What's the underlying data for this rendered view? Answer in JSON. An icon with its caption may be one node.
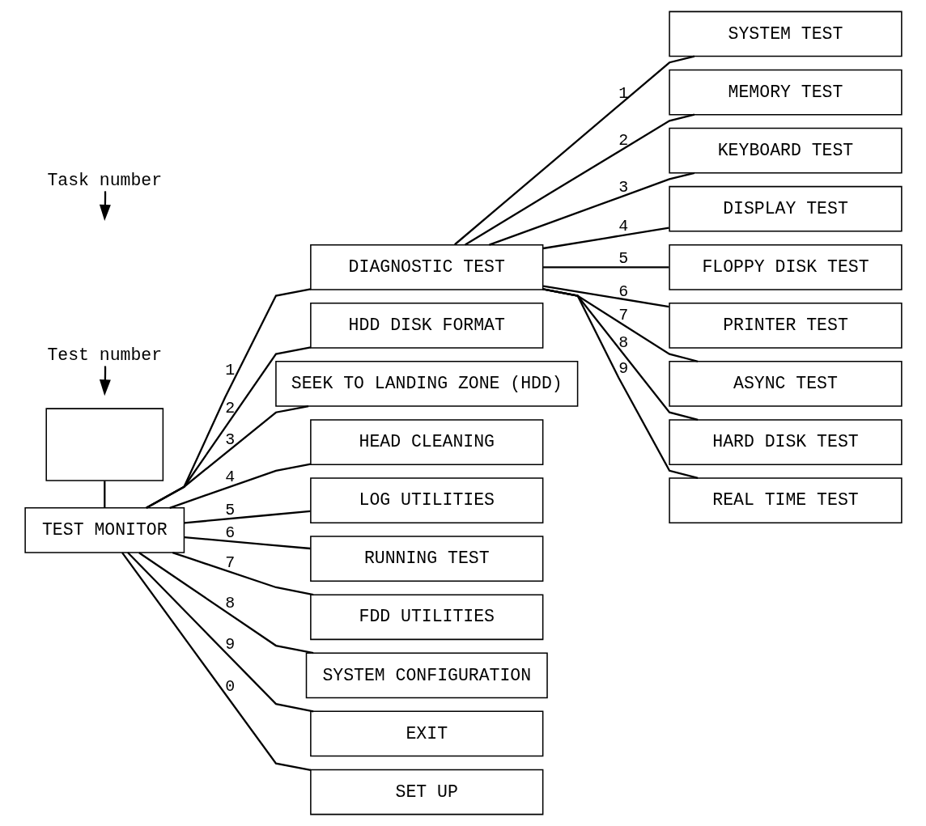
{
  "diagram": {
    "nodes": [
      {
        "text": [],
        "shape": "box"
      },
      {
        "text": [
          "TEST MONITOR"
        ]
      },
      {
        "text": [
          "DIAGNOSTIC TEST"
        ]
      },
      {
        "text": [
          "HDD DISK FORMAT"
        ]
      },
      {
        "text": [
          "SEEK TO LANDING ZONE (HDD)"
        ]
      },
      {
        "text": [
          "HEAD CLEANING"
        ]
      },
      {
        "text": [
          "LOG UTILITIES"
        ]
      },
      {
        "text": [
          "RUNNING TEST"
        ]
      },
      {
        "text": [
          "FDD UTILITIES"
        ]
      },
      {
        "text": [
          "SYSTEM CONFIGURATION"
        ]
      },
      {
        "text": [
          "EXIT"
        ]
      },
      {
        "text": [
          "SET UP"
        ]
      },
      {
        "text": [
          "SYSTEM TEST"
        ]
      },
      {
        "text": [
          "MEMORY TEST"
        ]
      },
      {
        "text": [
          "KEYBOARD TEST"
        ]
      },
      {
        "text": [
          "DISPLAY TEST"
        ]
      },
      {
        "text": [
          "FLOPPY DISK TEST"
        ]
      },
      {
        "text": [
          "PRINTER TEST"
        ]
      },
      {
        "text": [
          "ASYNC TEST"
        ]
      },
      {
        "text": [
          "HARD DISK TEST"
        ]
      },
      {
        "text": [
          "REAL TIME TEST"
        ]
      },
      {
        "text": [
          "Task number"
        ]
      },
      {
        "text": [
          "Test number"
        ]
      }
    ],
    "edges": [
      {
        "from": 0,
        "to": 1,
        "arrow": "none"
      },
      {
        "from": 1,
        "to": 2,
        "arrow": "none",
        "label": "1"
      },
      {
        "from": 1,
        "to": 3,
        "arrow": "none",
        "label": "2"
      },
      {
        "from": 1,
        "to": 4,
        "arrow": "none",
        "label": "3"
      },
      {
        "from": 1,
        "to": 5,
        "arrow": "none",
        "label": "4"
      },
      {
        "from": 1,
        "to": 6,
        "arrow": "none",
        "label": "5"
      },
      {
        "from": 1,
        "to": 7,
        "arrow": "none",
        "label": "6"
      },
      {
        "from": 1,
        "to": 8,
        "arrow": "none",
        "label": "7"
      },
      {
        "from": 1,
        "to": 9,
        "arrow": "none",
        "label": "8"
      },
      {
        "from": 1,
        "to": 10,
        "arrow": "none",
        "label": "9"
      },
      {
        "from": 1,
        "to": 11,
        "arrow": "none",
        "label": "0"
      },
      {
        "from": 2,
        "to": 12,
        "arrow": "none",
        "label": "1"
      },
      {
        "from": 2,
        "to": 13,
        "arrow": "none",
        "label": "2"
      },
      {
        "from": 2,
        "to": 14,
        "arrow": "none",
        "label": "3"
      },
      {
        "from": 2,
        "to": 15,
        "arrow": "none",
        "label": "4"
      },
      {
        "from": 2,
        "to": 16,
        "arrow": "none",
        "label": "5"
      },
      {
        "from": 2,
        "to": 17,
        "arrow": "none",
        "label": "6"
      },
      {
        "from": 2,
        "to": 18,
        "arrow": "none",
        "label": "7"
      },
      {
        "from": 2,
        "to": 19,
        "arrow": "none",
        "label": "8"
      },
      {
        "from": 2,
        "to": 20,
        "arrow": "none",
        "label": "9"
      },
      {
        "from": 21,
        "to": null,
        "arrow": "to"
      },
      {
        "from": 22,
        "to": null,
        "arrow": "to"
      }
    ]
  }
}
